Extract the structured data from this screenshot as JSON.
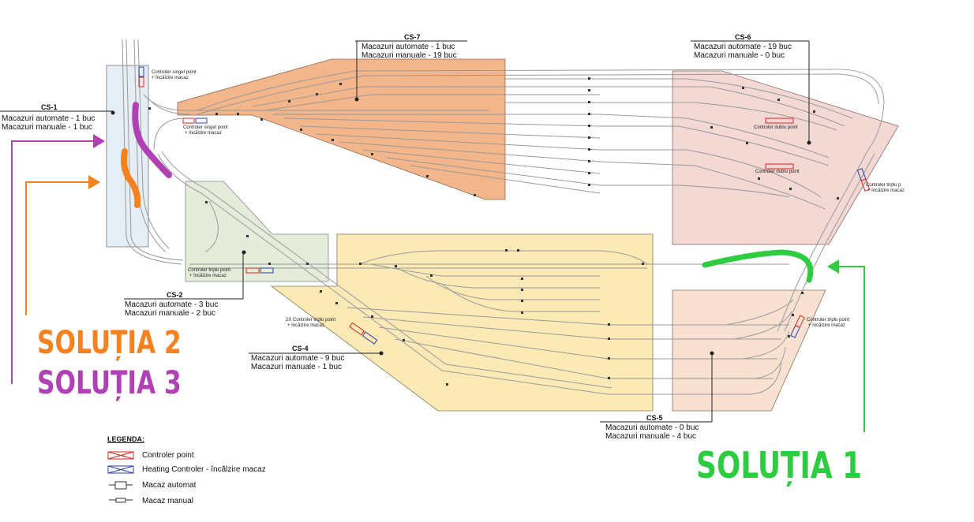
{
  "stations": {
    "cs1": {
      "title": "CS-1",
      "auto": "Macazuri automate - 1 buc",
      "manual": "Macazuri manuale - 1 buc"
    },
    "cs2": {
      "title": "CS-2",
      "auto": "Macazuri automate - 3 buc",
      "manual": "Macazuri manuale - 2 buc"
    },
    "cs4": {
      "title": "CS-4",
      "auto": "Macazuri automate - 9 buc",
      "manual": "Macazuri manuale - 1 buc"
    },
    "cs5": {
      "title": "CS-5",
      "auto": "Macazuri automate - 0 buc",
      "manual": "Macazuri manuale - 4 buc"
    },
    "cs6": {
      "title": "CS-6",
      "auto": "Macazuri automate - 19 buc",
      "manual": "Macazuri manuale - 0 buc"
    },
    "cs7": {
      "title": "CS-7",
      "auto": "Macazuri automate -   1 buc",
      "manual": "Macazuri manuale - 19 buc"
    }
  },
  "controllers": {
    "c1_l1": "Controler singel point",
    "c1_l2": "+ încălzire macaz",
    "c7_l1": "Controler singel point",
    "c7_l2": "+ încălzire macaz",
    "c6a": "Controler dublu point",
    "c6b": "Controler dublu point",
    "c6c_l1": "Controler triplu p",
    "c6c_l2": "+ încălzire macaz",
    "c2_l1": "Controler triplu point",
    "c2_l2": "+ încălzire macaz",
    "c4_l1": "2X Controler triplu point",
    "c4_l2": "+ încălzire macaz",
    "c5_l1": "Controler triplu point",
    "c5_l2": "+ încălzire macaz"
  },
  "solutions": {
    "s1": "SOLUȚIA 1",
    "s2": "SOLUȚIA 2",
    "s3": "SOLUȚIA 3"
  },
  "legend": {
    "title": "LEGENDA:",
    "items": [
      "Controler point",
      "Heating Controler - încălzire macaz",
      "Macaz automat",
      "Macaz manual"
    ]
  },
  "colors": {
    "solution1": "#2ecc40",
    "solution2": "#f5821f",
    "solution3": "#b041b5",
    "cs1_fill": "#e4eef4",
    "cs2_fill": "#e5ecda",
    "cs4_fill": "#fbe9b6",
    "cs5_fill": "#f9e1d2",
    "cs6_fill": "#f3d8d4",
    "cs7_fill": "#f3b58a",
    "track": "#9a9a9a",
    "controller_red": "#e2241c",
    "controller_blue": "#2b3eb0"
  }
}
